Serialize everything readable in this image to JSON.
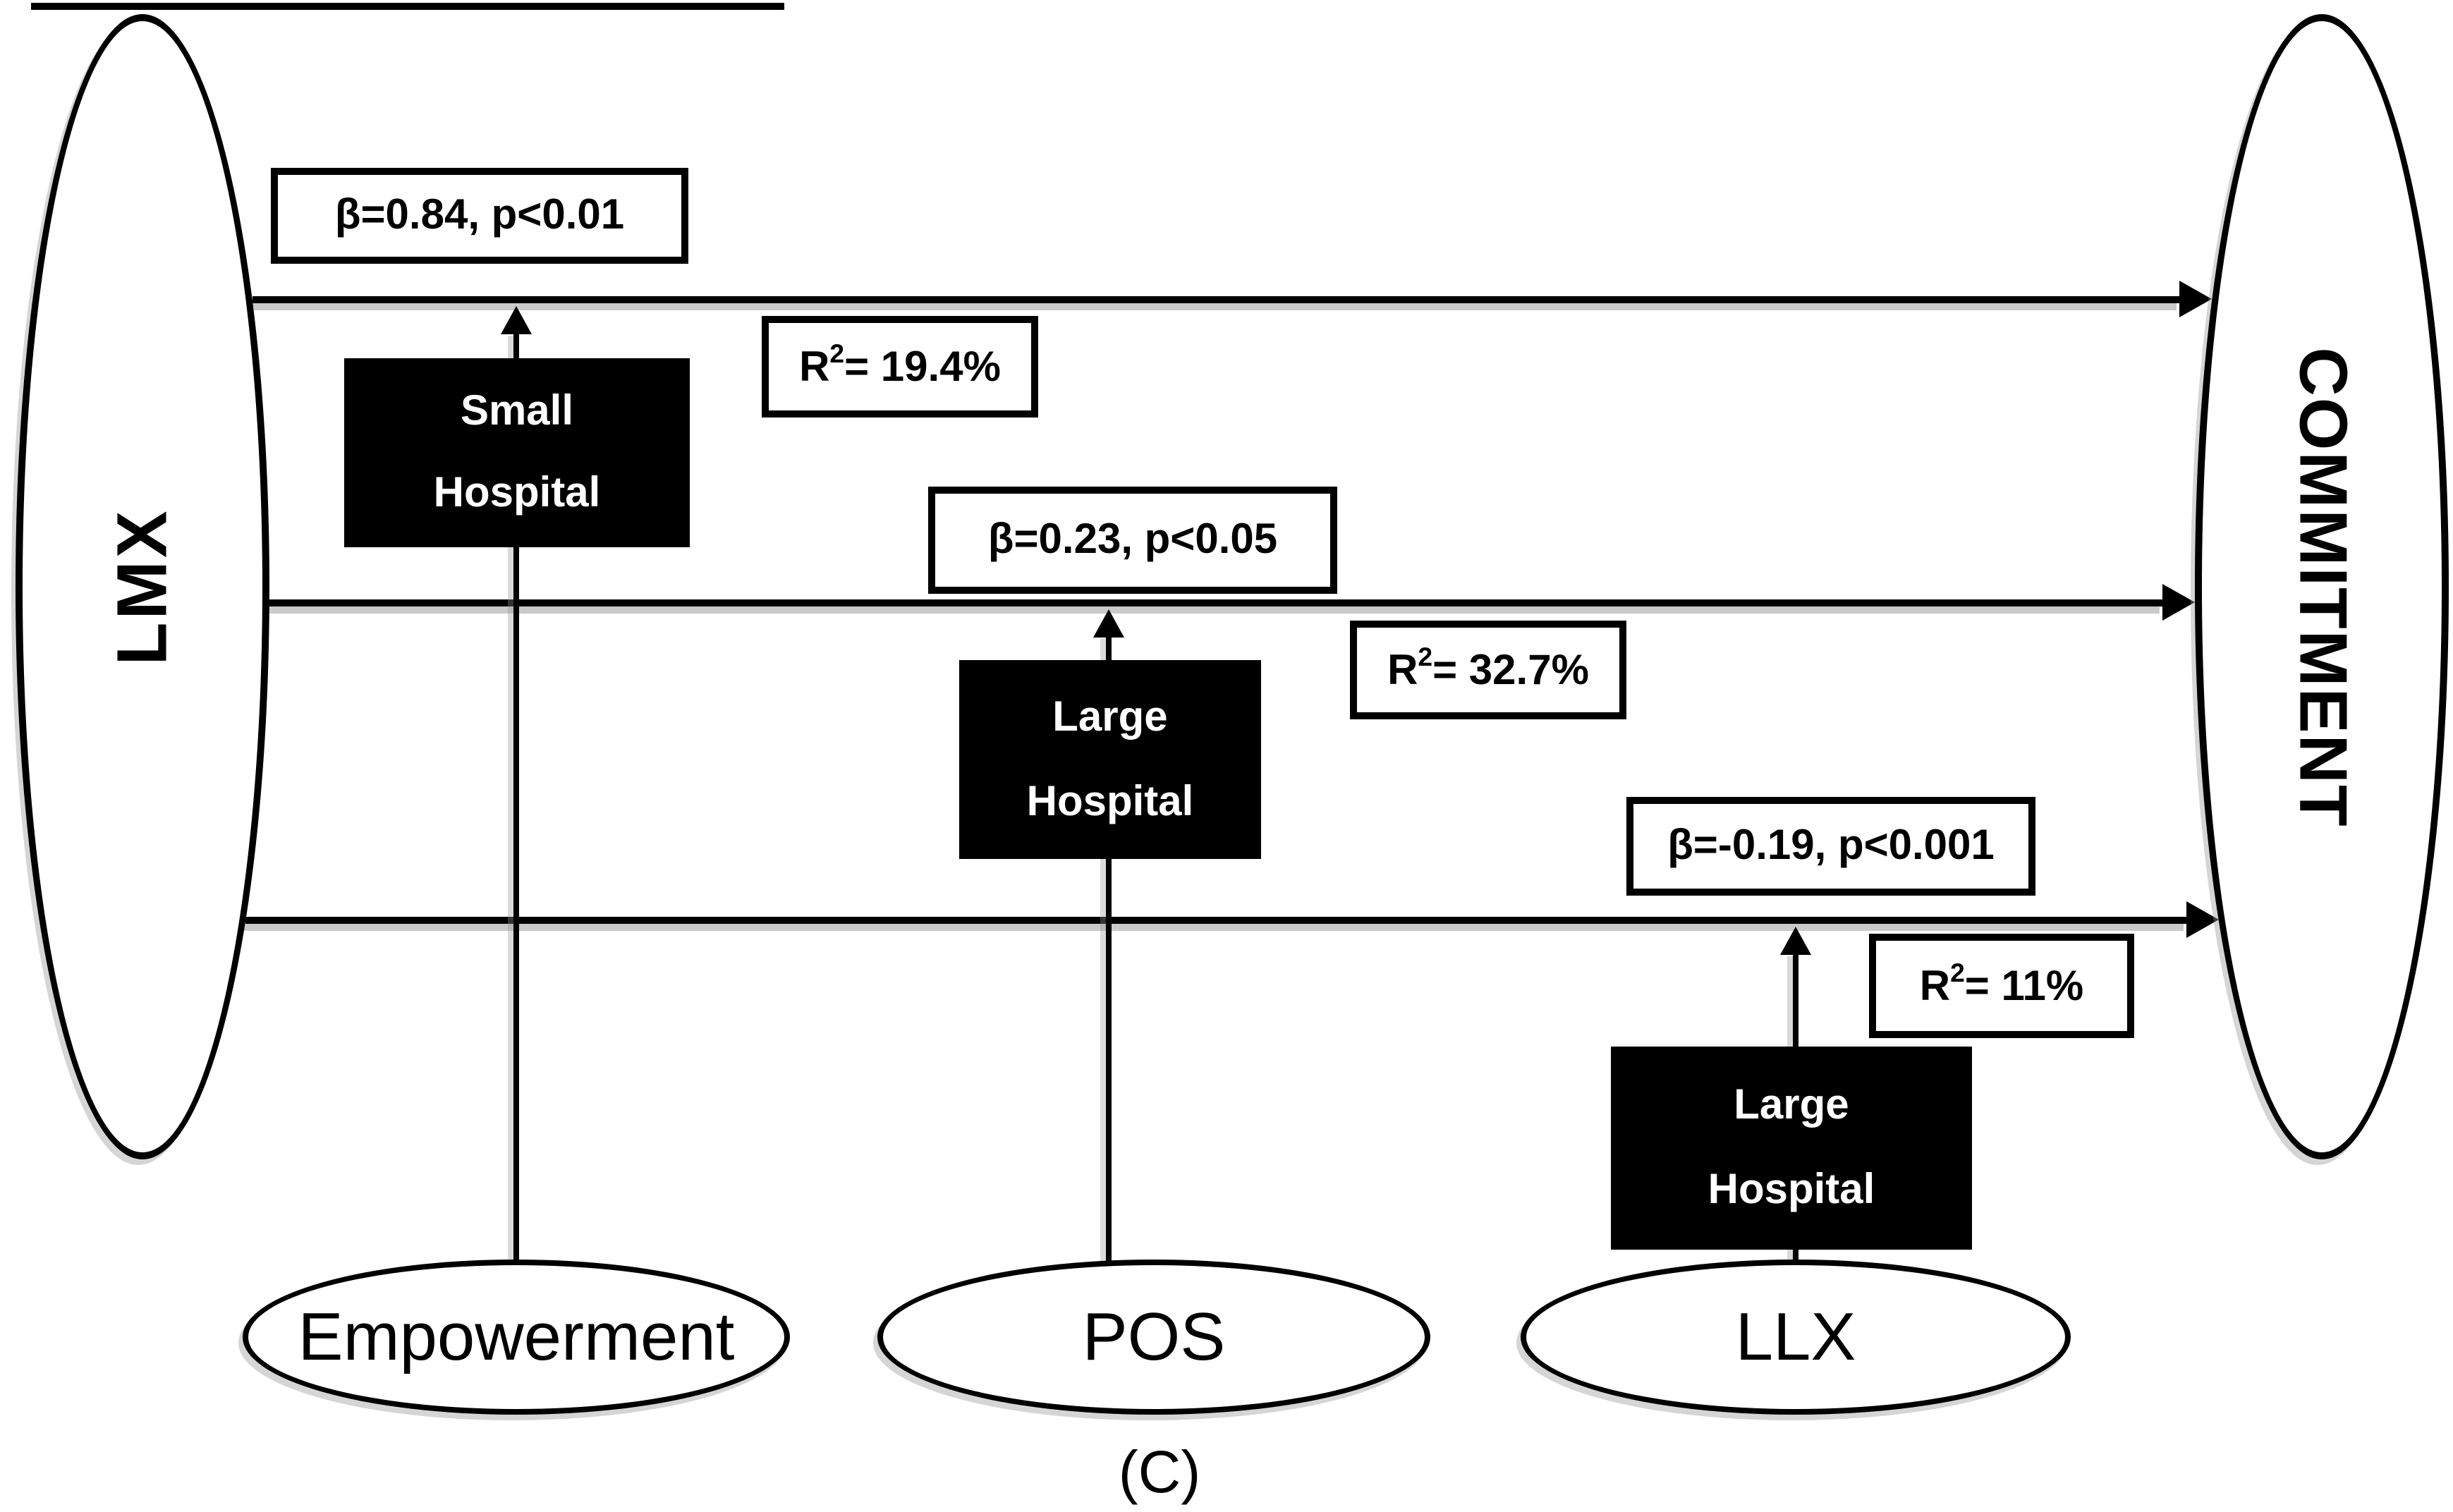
{
  "colors": {
    "background": "#ffffff",
    "line": "#000000",
    "moderator_box_bg": "#000000",
    "moderator_box_text": "#ffffff",
    "label_text": "#000000",
    "shadow": "#969696"
  },
  "diagram": {
    "caption": "(C)",
    "predictor": {
      "label": "LMX"
    },
    "outcome": {
      "label": "COMMITMENT"
    },
    "paths": [
      {
        "beta": "β=0.84, p<0.01",
        "r2_base": "R",
        "r2_sup": "2",
        "r2_rest": "= 19.4%"
      },
      {
        "beta": "β=0.23, p<0.05",
        "r2_base": "R",
        "r2_sup": "2",
        "r2_rest": "= 32.7%"
      },
      {
        "beta": "β=-0.19, p<0.001",
        "r2_base": "R",
        "r2_sup": "2",
        "r2_rest": "= 11%"
      }
    ],
    "moderators": [
      {
        "line1": "Small",
        "line2": "Hospital"
      },
      {
        "line1": "Large",
        "line2": "Hospital"
      },
      {
        "line1": "Large",
        "line2": "Hospital"
      }
    ],
    "sources": [
      {
        "label": "Empowerment"
      },
      {
        "label": "POS"
      },
      {
        "label": "LLX"
      }
    ]
  }
}
